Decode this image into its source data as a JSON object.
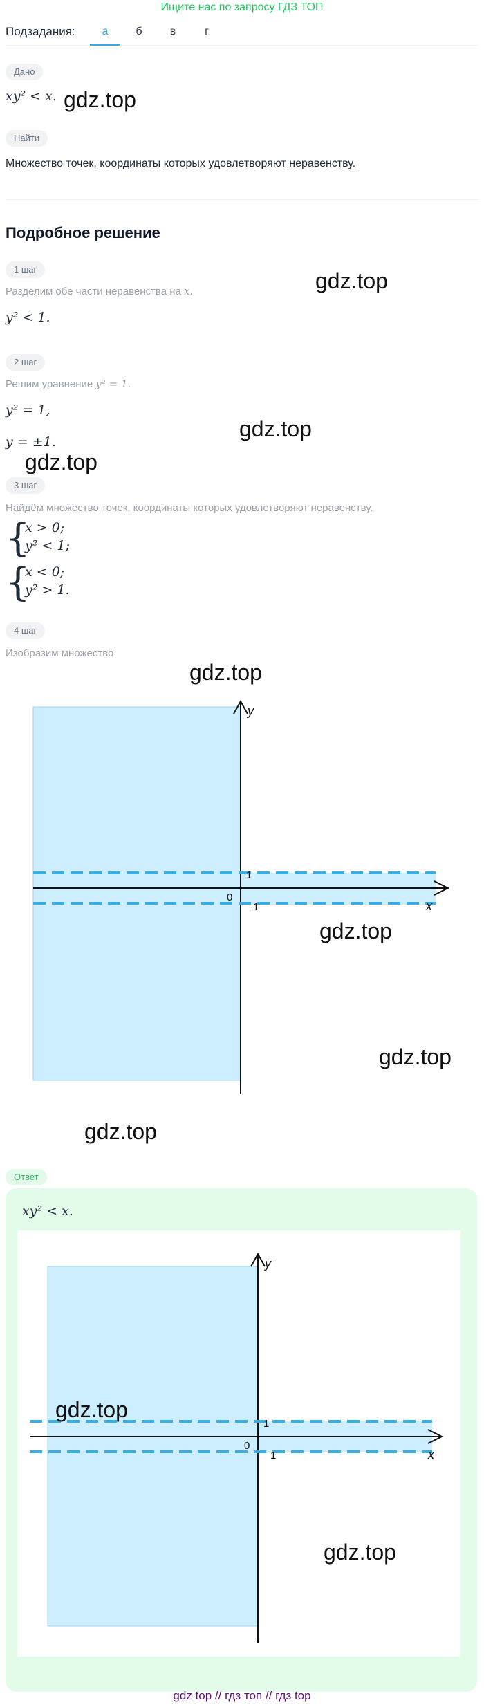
{
  "banner": "Ищите нас по запросу ГДЗ ТОП",
  "tabs": {
    "label": "Подзадания:",
    "items": [
      "а",
      "б",
      "в",
      "г"
    ],
    "active": 0
  },
  "given": {
    "label": "Дано",
    "expr": "xy² < x."
  },
  "find": {
    "label": "Найти",
    "text": "Множество точек, координаты которых удовлетворяют неравенству."
  },
  "solution_heading": "Подробное решение",
  "steps": [
    {
      "label": "1 шаг",
      "text": "Разделим обе части неравенства на ",
      "var": "x",
      "result": "y² < 1."
    },
    {
      "label": "2 шаг",
      "text": "Решим уравнение ",
      "eq": "y² = 1.",
      "lines": [
        "y² = 1,",
        "y = ±1."
      ]
    },
    {
      "label": "3 шаг",
      "text": "Найдём множество точек, координаты которых удовлетворяют неравенству.",
      "systems": [
        [
          "x > 0;",
          "y² < 1;"
        ],
        [
          "x < 0;",
          "y² > 1."
        ]
      ]
    },
    {
      "label": "4 шаг",
      "text": "Изобразим множество."
    }
  ],
  "graph": {
    "x_label": "x",
    "y_label": "y",
    "origin_label": "0",
    "tick_y": "1",
    "tick_x": "1",
    "fill_color": "#cdeefe",
    "line_color": "#38aee6"
  },
  "answer": {
    "label": "Ответ",
    "expr": "xy² < x."
  },
  "watermarks": [
    "gdz.top",
    "gdz.top",
    "gdz.top",
    "gdz.top",
    "gdz.top",
    "gdz.top",
    "gdz.top",
    "gdz.top",
    "gdz.top",
    "gdz.top"
  ],
  "footer": "gdz top  //  гдз топ  //  гдз top"
}
